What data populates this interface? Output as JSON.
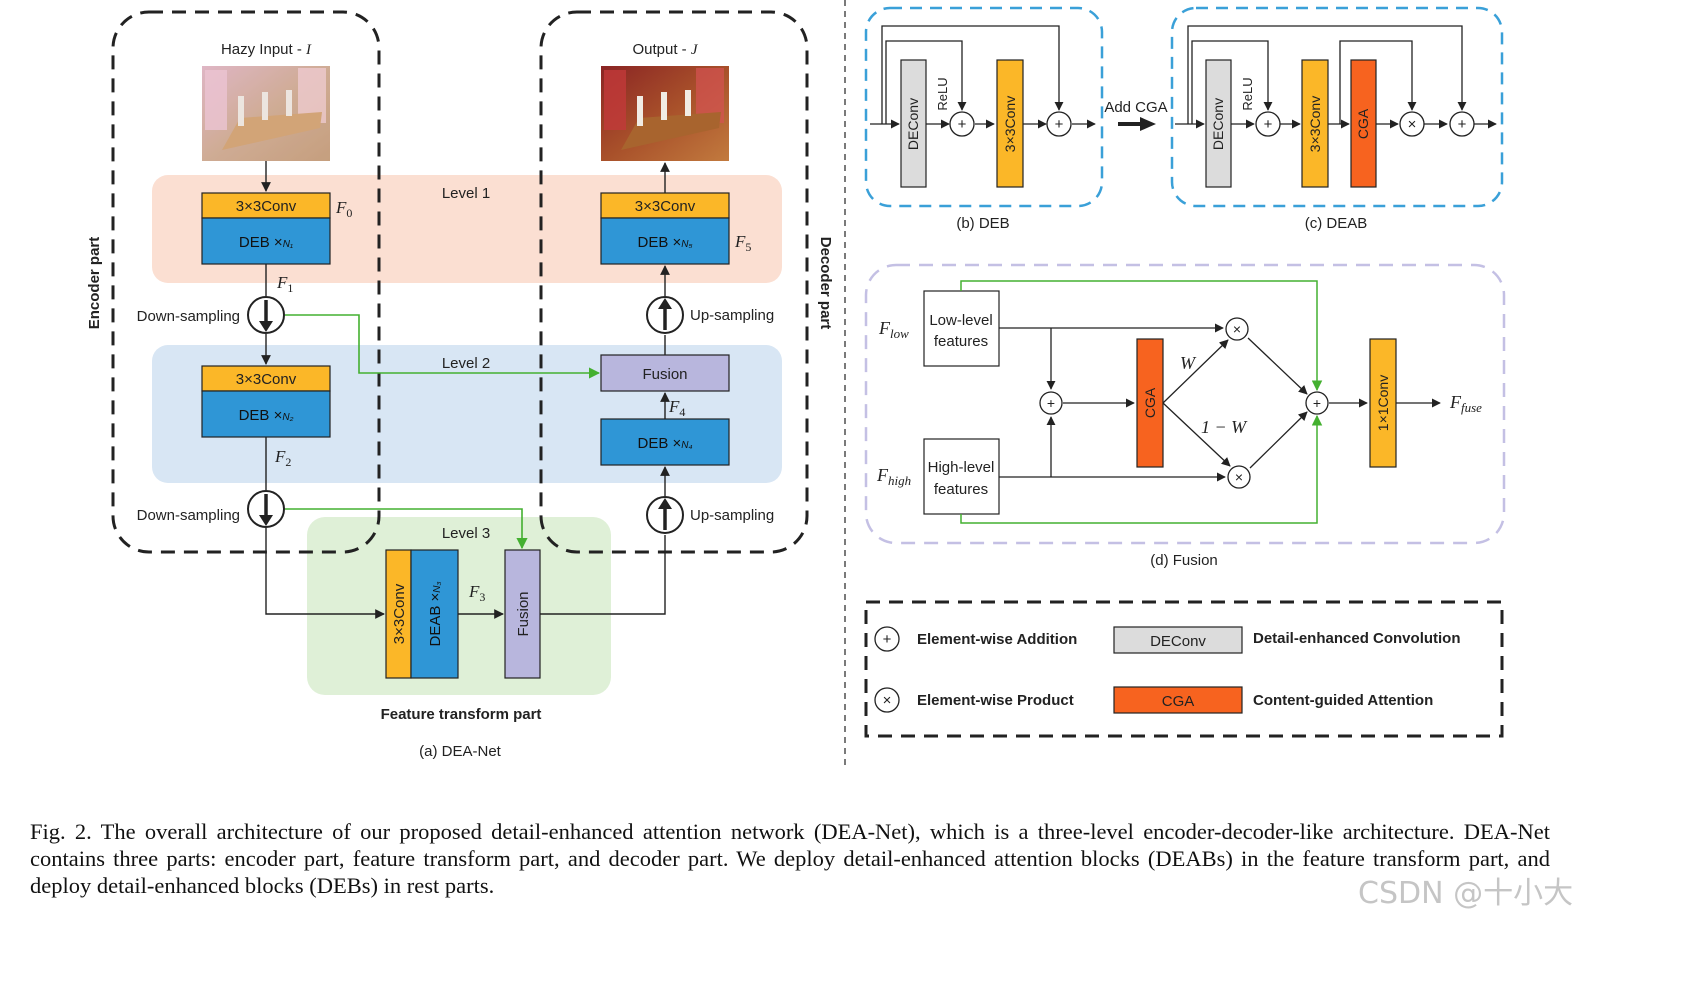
{
  "dea_net": {
    "hazy_input": "Hazy Input - ",
    "hazy_input_var": "I",
    "output": "Output - ",
    "output_var": "J",
    "encoder_part": "Encoder part",
    "decoder_part": "Decoder part",
    "level1": "Level 1",
    "level2": "Level 2",
    "level3": "Level 3",
    "conv3x3": "3×3Conv",
    "deb_times": "DEB ×",
    "n1": "N₁",
    "n2": "N₂",
    "n3": "N₃",
    "n4": "N₄",
    "n5": "N₅",
    "deab_times": "DEAB ×",
    "f0": "F",
    "f0_sub": "0",
    "f1": "F",
    "f1_sub": "1",
    "f2": "F",
    "f2_sub": "2",
    "f3": "F",
    "f3_sub": "3",
    "f4": "F",
    "f4_sub": "4",
    "f5": "F",
    "f5_sub": "5",
    "down_sampling": "Down-sampling",
    "up_sampling": "Up-sampling",
    "fusion": "Fusion",
    "feature_transform_part": "Feature transform part",
    "caption": "(a) DEA-Net"
  },
  "deb": {
    "deconv": "DEConv",
    "relu": "ReLU",
    "conv3x3": "3×3Conv",
    "caption": "(b) DEB"
  },
  "add_cga": "Add CGA",
  "deab": {
    "deconv": "DEConv",
    "relu": "ReLU",
    "conv3x3": "3×3Conv",
    "cga": "CGA",
    "caption": "(c) DEAB"
  },
  "fusion_detail": {
    "f_low": "F",
    "f_low_sub": "low",
    "f_high": "F",
    "f_high_sub": "high",
    "low_line1": "Low-level",
    "low_line2": "features",
    "high_line1": "High-level",
    "high_line2": "features",
    "cga": "CGA",
    "w": "W",
    "one_minus_w": "1 − W",
    "conv1x1": "1×1Conv",
    "f_fuse": "F",
    "f_fuse_sub": "fuse",
    "caption": "(d) Fusion"
  },
  "legend": {
    "addition": "Element-wise Addition",
    "product": "Element-wise Product",
    "deconv": "DEConv",
    "deconv_desc": "Detail-enhanced Convolution",
    "cga": "CGA",
    "cga_desc": "Content-guided Attention"
  },
  "symbols": {
    "plus": "+",
    "times": "×"
  },
  "colors": {
    "conv_yellow": "#fbb728",
    "deb_blue": "#2f96d6",
    "fusion_purple": "#b8b6dd",
    "cga_orange": "#f7631f",
    "deconv_gray": "#dcdcdc",
    "level1_bg": "#fbdfd2",
    "level2_bg": "#d8e6f4",
    "level3_bg": "#dff0d7",
    "green_line": "#44b030",
    "dashed_blue": "#3aa0d8",
    "dashed_purple": "#c4c0e4"
  },
  "figure_caption": "Fig. 2.   The overall architecture of our proposed detail-enhanced attention network (DEA-Net), which is a three-level encoder-decoder-like architecture. DEA-Net contains three parts: encoder part, feature transform part, and decoder part. We deploy detail-enhanced attention blocks (DEABs) in the feature transform part, and deploy detail-enhanced blocks (DEBs) in rest parts.",
  "watermark": "CSDN @十小大"
}
